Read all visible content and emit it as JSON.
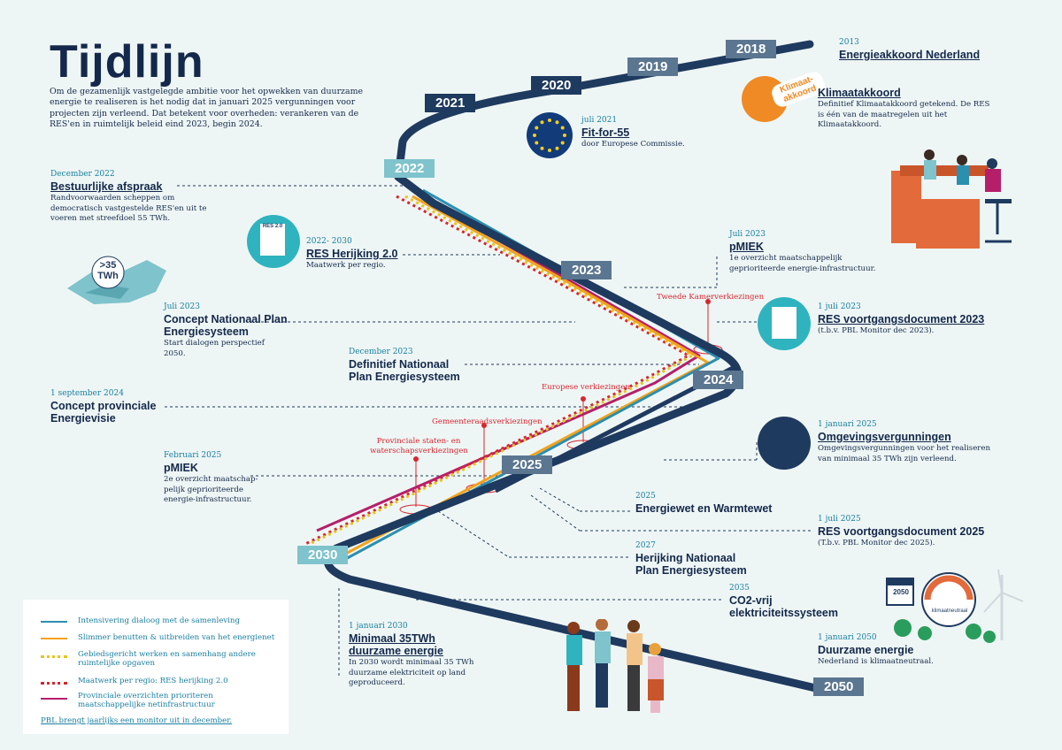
{
  "title": "Tijdlijn",
  "intro": "Om de gezamenlijk vastgelegde ambitie voor het opwekken van duurzame energie te realiseren is het nodig dat in januari 2025 vergunningen voor projecten zijn verleend. Dat betekent voor overheden: verankeren van de RES'en in ruimtelijk beleid eind 2023, begin 2024.",
  "years": [
    "2018",
    "2019",
    "2020",
    "2021",
    "2022",
    "2023",
    "2024",
    "2025",
    "2030",
    "2050"
  ],
  "events": {
    "e2013": {
      "date": "2013",
      "title": "Energieakkoord Nederland"
    },
    "klimaat": {
      "title": "Klimaatakkoord",
      "desc": "Definitief Klimaatakkoord getekend. De RES is één van de maatregelen uit het Klimaatakkoord.",
      "badge": "Klimaat-akkoord"
    },
    "fit": {
      "date": "juli 2021",
      "title": "Fit-for-55",
      "desc": "door Europese Commissie."
    },
    "bestuur": {
      "date": "December 2022",
      "title": "Bestuurlijke afspraak",
      "desc": "Randvoorwaarden scheppen om democratisch vastgestelde RES'en uit te voeren met streefdoel 55 TWh."
    },
    "resher": {
      "date": "2022- 2030",
      "title": "RES Herijking 2.0",
      "desc": "Maatwerk per regio.",
      "icon": "RES 2.0"
    },
    "pmiek1": {
      "date": "Juli 2023",
      "title": "pMIEK",
      "desc": "1e overzicht maatschappelijk geprioriteerde energie-infrastructuur."
    },
    "concept": {
      "date": "Juli 2023",
      "title": "Concept Nationaal Plan Energiesysteem",
      "desc": "Start dialogen perspectief 2050."
    },
    "resvoort23": {
      "date": "1 juli 2023",
      "title": "RES voortgangsdocument 2023",
      "desc": "(t.b.v. PBL Monitor dec 2023)."
    },
    "definitief": {
      "date": "December 2023",
      "title": "Definitief Nationaal Plan Energiesysteem"
    },
    "provvisie": {
      "date": "1 september 2024",
      "title": "Concept provinciale Energievisie"
    },
    "omgeving": {
      "date": "1 januari 2025",
      "title": "Omgevingsvergunningen",
      "desc": "Omgevingsvergunningen voor het realiseren van minimaal 35 TWh zijn verleend."
    },
    "pmiek2": {
      "date": "Februari 2025",
      "title": "pMIEK",
      "desc": "2e overzicht maatschap-pelijk geprioriteerde energie-infrastructuur."
    },
    "energiewet": {
      "date": "2025",
      "title": "Energiewet en Warmtewet"
    },
    "resvoort25": {
      "date": "1 juli 2025",
      "title": "RES voortgangsdocument 2025",
      "desc": "(T.b.v. PBL Monitor dec 2025)."
    },
    "herijking": {
      "date": "2027",
      "title": "Herijking Nationaal Plan Energiesysteem"
    },
    "co2": {
      "date": "2035",
      "title": "CO2-vrij elektriciteitssysteem"
    },
    "min35": {
      "date": "1 januari 2030",
      "title": "Minimaal 35TWh duurzame energie",
      "desc": "In 2030 wordt minimaal 35 TWh duurzame elektriciteit op land geproduceerd."
    },
    "duurzaam": {
      "date": "1 januari 2050",
      "title": "Duurzame energie",
      "desc": "Nederland is klimaatneutraal."
    }
  },
  "elections": [
    "Tweede Kamerverkiezingen",
    "Europese verkiezingen",
    "Gemeenteraadsverkiezingen",
    "Provinciale staten- en waterschapsverkiezingen"
  ],
  "map_badge": ">35 TWh",
  "calendar_label": "2050",
  "gauge_label": "klimaatneutraal",
  "legend": {
    "items": [
      {
        "label": "Intensivering dialoog met de samenleving",
        "color": "#2b8fb0",
        "style": "solid"
      },
      {
        "label": "Slimmer benutten & uitbreiden van het energienet",
        "color": "#f3a21b",
        "style": "solid"
      },
      {
        "label": "Gebiedsgericht werken en samenhang andere ruimtelijke opgaven",
        "color": "#e8c41c",
        "style": "dotted"
      },
      {
        "label": "Maatwerk per regio: RES herijking 2.0",
        "color": "#d6262f",
        "style": "dotted"
      },
      {
        "label": "Provinciale overzichten prioriteren maatschappelijke netinfrastructuur",
        "color": "#b51f6a",
        "style": "solid"
      }
    ],
    "footer": "PBL brengt jaarlijks een monitor uit in december."
  },
  "colors": {
    "navy": "#1f3a5f",
    "teal": "#7fc3cc",
    "orange": "#f08a24",
    "blue": "#2b8fb0"
  }
}
